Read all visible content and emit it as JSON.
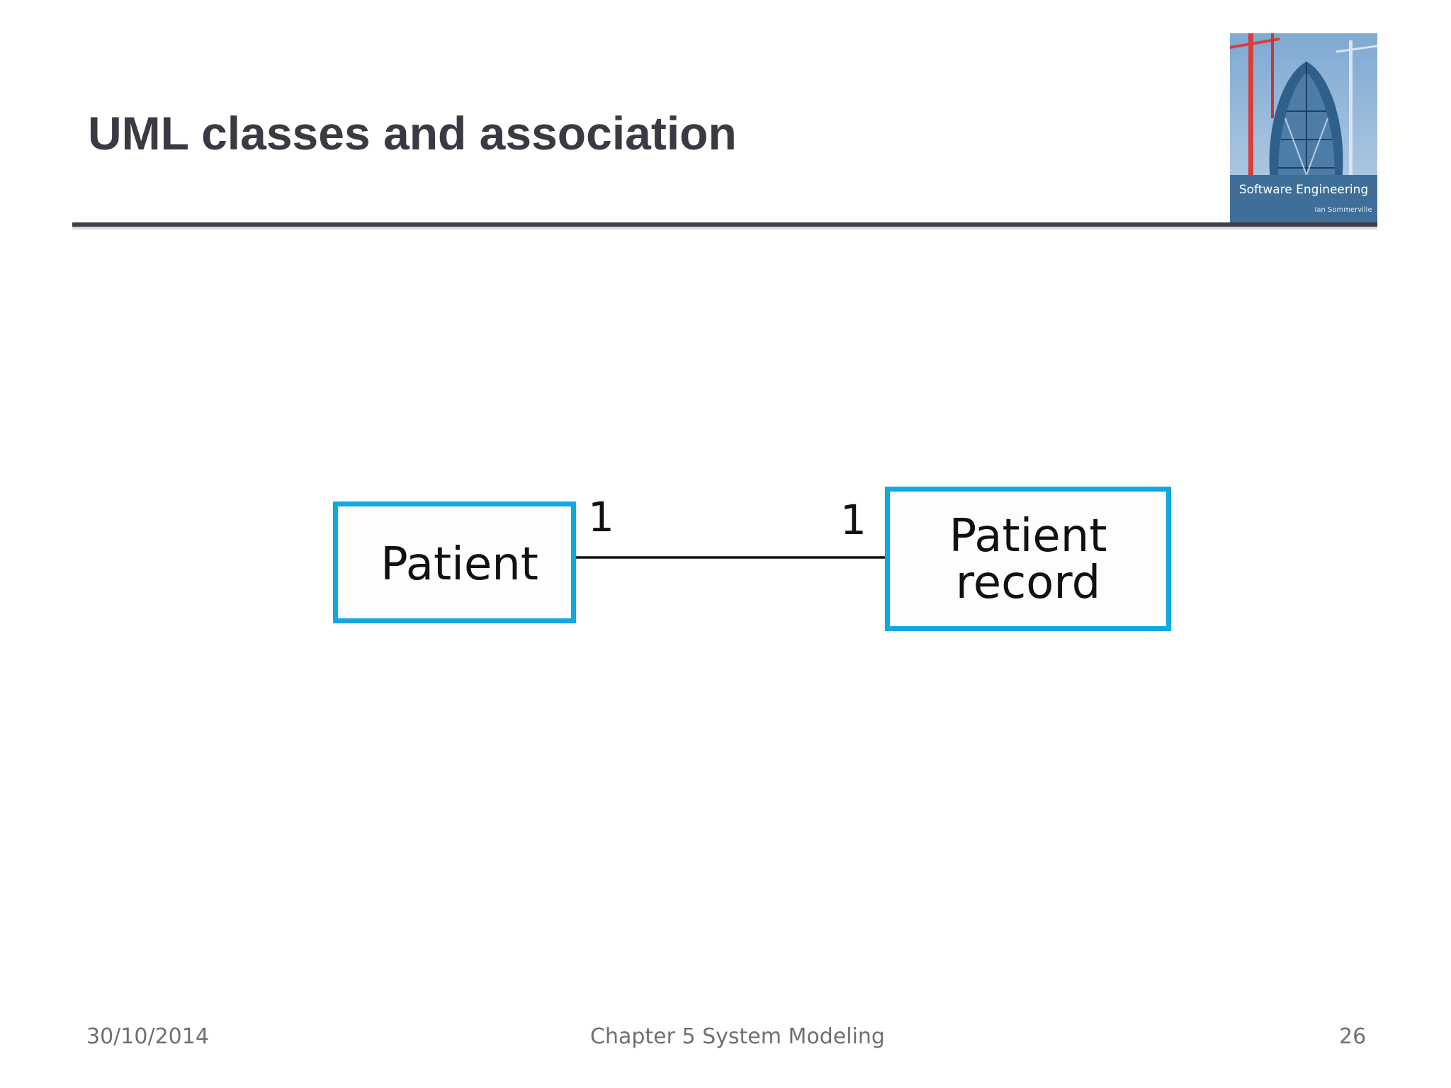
{
  "slide": {
    "title": "UML classes and association",
    "cover_image": {
      "icon": "book-cover-image",
      "title_text": "Software Engineering",
      "author_text": "Ian Sommerville",
      "colors": {
        "sky": "#8fb6d9",
        "building": "#2f5f8a",
        "band": "#3f6f98",
        "crane": "#d6403a"
      }
    }
  },
  "diagram": {
    "classes": [
      {
        "id": "patient",
        "label": "Patient"
      },
      {
        "id": "patient-record",
        "label": "Patient\nrecord"
      }
    ],
    "association": {
      "from": "patient",
      "to": "patient-record",
      "from_multiplicity": "1",
      "to_multiplicity": "1"
    },
    "colors": {
      "box_border": "#10a8e0",
      "line": "#111111"
    }
  },
  "footer": {
    "date": "30/10/2014",
    "chapter": "Chapter 5 System Modeling",
    "page": "26"
  }
}
